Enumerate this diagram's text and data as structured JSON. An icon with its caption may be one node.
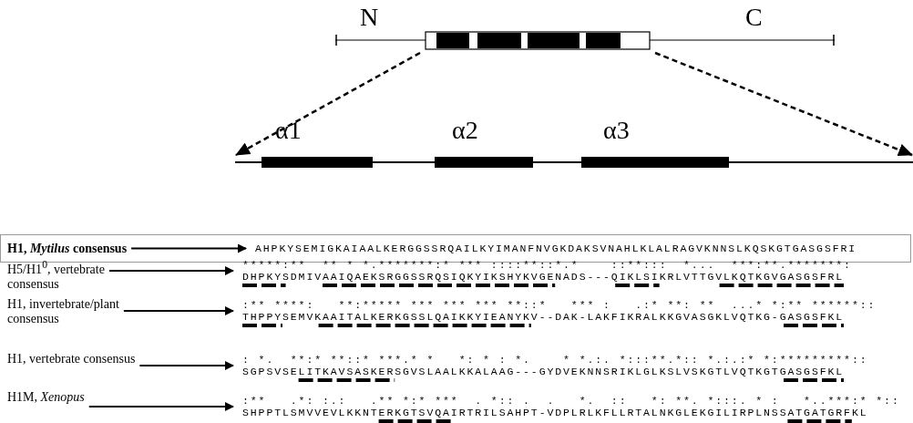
{
  "diagram": {
    "nodes": [
      {
        "text": [],
        "shape": "bar",
        "beside": [
          "N",
          "C"
        ]
      },
      {
        "text": [],
        "shape": "bar"
      },
      {
        "text": [
          "H1, *Mytilus* consensus"
        ]
      },
      {
        "text": [
          "AHPKYSEMIGKAIAALKERGGSSRQAILKYIMANFNVGKDAKSVNAHLKLALRAGVKNNSLKQSKGTGASGSFRI"
        ]
      },
      {
        "text": [
          "H5/H1$^{0}$, vertebrate consensus"
        ]
      },
      {
        "text": [
          "*****:**  ** * *.*******:* *** ::::**::*.*    ::**:::  *...  ***:**.*******:",
          "DHPKYSDMIVAAIQAEKSRGGSSRQSIQKYIKSHYKVGENADS---QIKLSIKRLVTTGVLKQTKGVGASGSFRL"
        ]
      },
      {
        "text": [
          "H1, invertebrate/plant consensus"
        ]
      },
      {
        "text": [
          ":** ****:   **:***** *** *** *** **::*   *** :   .:* **: **  ...* *:** ******::",
          "THPPYSEMVKAAITALKERKGSSLQAIKKYIEANYKV--DAK-LAKFIKRALKKGVASGKLVQTKG-GASGSFKL"
        ]
      },
      {
        "text": [
          "H1, vertebrate consensus"
        ]
      },
      {
        "text": [
          ": *.  **:* **::* ***.* *   *: * : *.    * *.:. *:::**.*:: *.:.:* *:*********::",
          "SGPSVSELITKAVSASKERSGVSLAALKKALAAG---GYDVEKNNSRIKLGLKSLVSKGTLVQTKGTGASGSFKL"
        ]
      },
      {
        "text": [
          "H1M, *Xenopus*"
        ]
      },
      {
        "text": [
          ":**   .*: :.:   .** *:* ***  . *:: .  .   *.  ::   *: **. *:::. * :   *..***:* *::",
          "SHPPTLSMVVEVLKKNTERKGTSVQAIRTRILSAHPT-VDPLRLKFLLRTALNKGLEKGILIRPLNSSATGATGRFKL"
        ]
      }
    ],
    "edges": [
      {
        "from": 0,
        "to": 1,
        "arrow": "to",
        "style": "dashed"
      },
      {
        "from": 0,
        "to": 1,
        "arrow": "to",
        "style": "dashed"
      },
      {
        "from": 2,
        "to": 3,
        "arrow": "to"
      },
      {
        "from": 4,
        "to": 5,
        "arrow": "to"
      },
      {
        "from": 6,
        "to": 7,
        "arrow": "to"
      },
      {
        "from": 8,
        "to": 9,
        "arrow": "to"
      },
      {
        "from": 10,
        "to": 11,
        "arrow": "to"
      }
    ],
    "labels": [
      "α1",
      "α2",
      "α3"
    ]
  }
}
